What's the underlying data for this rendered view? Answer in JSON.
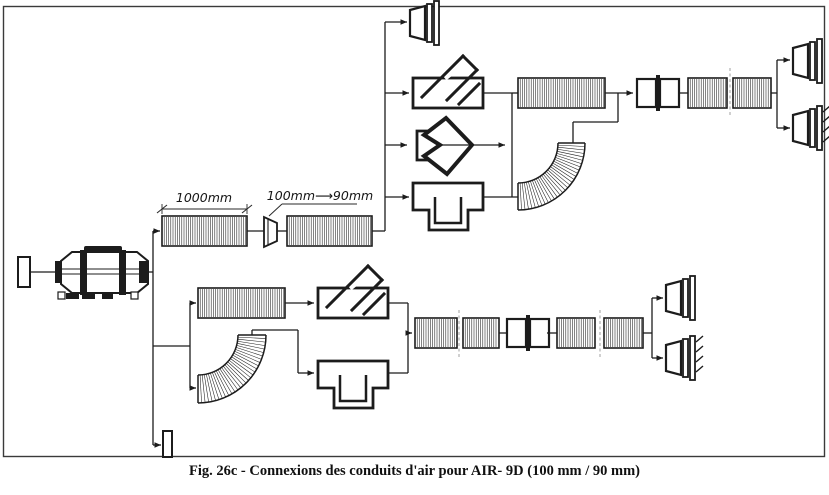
{
  "figure": {
    "caption": "Fig. 26c - Connexions des conduits d'air pour AIR- 9D (100 mm / 90 mm)"
  },
  "annotations": {
    "duct_length_label": "1000mm",
    "reducer_label": "100mm⟶90mm"
  },
  "colors": {
    "line": "#1c1c1c",
    "background": "#ffffff",
    "break_line": "#979797"
  },
  "components": [
    {
      "name": "heater-unit-icon",
      "type": "diesel-air-heater"
    },
    {
      "name": "floor-flange-icon",
      "type": "flange-fitting"
    },
    {
      "name": "duct-1000mm",
      "type": "corrugated-flexible-duct"
    },
    {
      "name": "reducer-100-90-icon",
      "type": "reducer-100mm-to-90mm"
    },
    {
      "name": "y-branch-upper-icon",
      "type": "45-degree-y-branch"
    },
    {
      "name": "rotatable-elbow-icon",
      "type": "adjustable-elbow-connector"
    },
    {
      "name": "t-piece-upper-icon",
      "type": "t-branch"
    },
    {
      "name": "corrugated-elbow-upper-icon",
      "type": "90-degree-duct-bend"
    },
    {
      "name": "duct-connector-upper-icon",
      "type": "duct-coupler"
    },
    {
      "name": "air-outlet-top-icon",
      "type": "air-vent"
    },
    {
      "name": "air-outlet-right-upper-icon",
      "type": "air-vent"
    },
    {
      "name": "air-outlet-right-lower-icon",
      "type": "air-vent-wall-mounted"
    },
    {
      "name": "y-branch-lower-icon",
      "type": "45-degree-y-branch"
    },
    {
      "name": "t-piece-lower-icon",
      "type": "t-branch"
    },
    {
      "name": "corrugated-elbow-lower-icon",
      "type": "90-degree-duct-bend"
    },
    {
      "name": "duct-connector-lower-icon",
      "type": "duct-coupler"
    },
    {
      "name": "air-outlet-bottom-upper-icon",
      "type": "air-vent"
    },
    {
      "name": "air-outlet-bottom-lower-icon",
      "type": "air-vent-wall-mounted"
    }
  ]
}
